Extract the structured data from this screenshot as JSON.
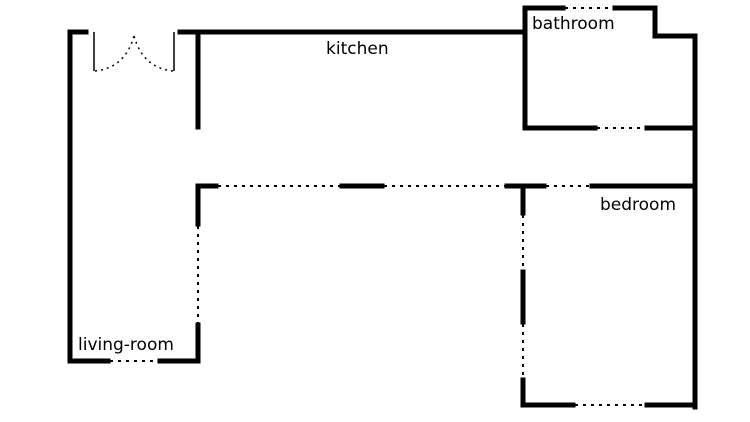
{
  "title": "Floor plan",
  "rooms": {
    "kitchen": "kitchen",
    "bathroom": "bathroom",
    "bedroom": "bedroom",
    "living_room": "living-room"
  },
  "colors": {
    "wall": "#000000",
    "background": "#ffffff"
  }
}
